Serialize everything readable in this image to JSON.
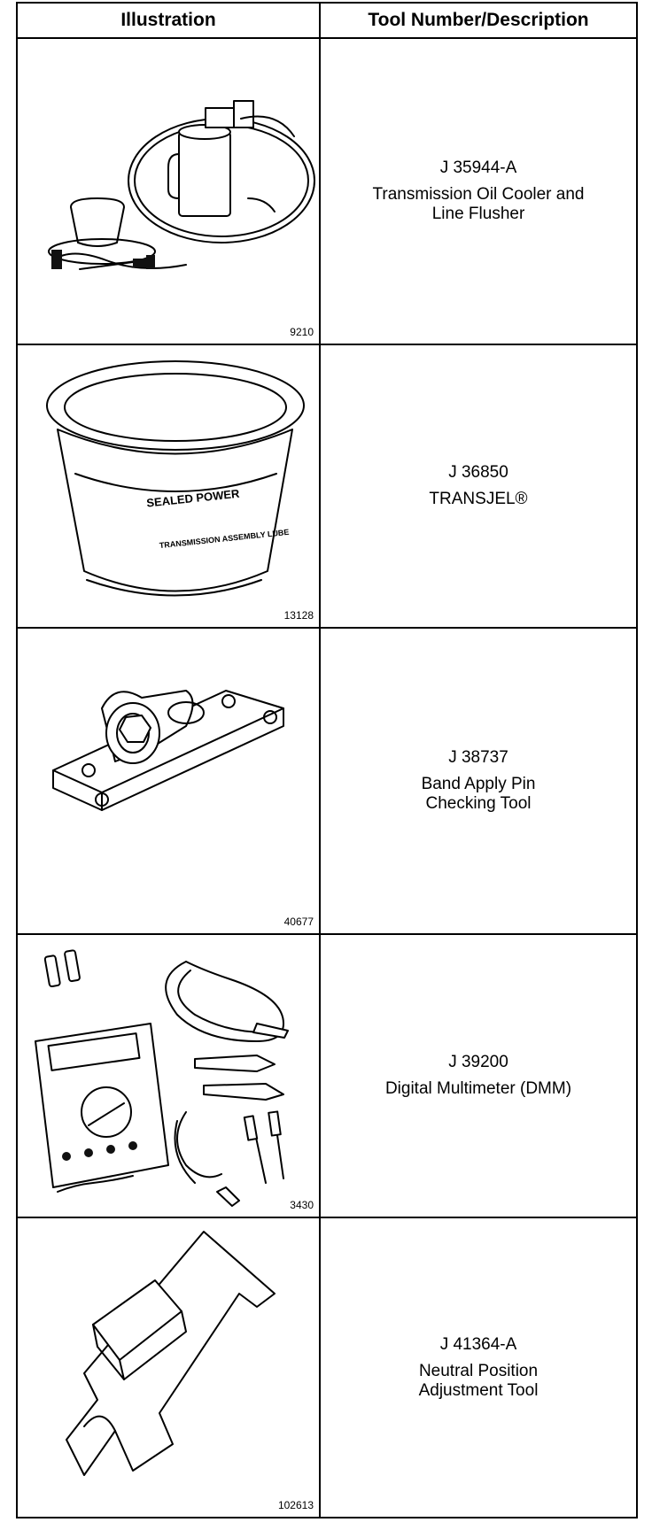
{
  "table": {
    "headers": {
      "illustration": "Illustration",
      "tool": "Tool Number/Description"
    },
    "rows": [
      {
        "figure": "9210",
        "number": "J 35944-A",
        "lines": [
          "Transmission Oil Cooler and",
          "Line Flusher"
        ],
        "icon": "oil-cooler-flusher-icon"
      },
      {
        "figure": "13128",
        "number": "J 36850",
        "lines": [
          "TRANSJEL®"
        ],
        "icon": "transjel-tub-icon",
        "drawn_text": [
          "SEALED POWER",
          "TRANSMISSION ASSEMBLY LUBE"
        ]
      },
      {
        "figure": "40677",
        "number": "J 38737",
        "lines": [
          "Band Apply Pin",
          "Checking Tool"
        ],
        "icon": "band-apply-pin-tool-icon"
      },
      {
        "figure": "3430",
        "number": "J 39200",
        "lines": [
          "Digital Multimeter (DMM)"
        ],
        "icon": "digital-multimeter-icon"
      },
      {
        "figure": "102613",
        "number": "J 41364-A",
        "lines": [
          "Neutral Position",
          "Adjustment Tool"
        ],
        "icon": "neutral-position-tool-icon"
      }
    ]
  }
}
